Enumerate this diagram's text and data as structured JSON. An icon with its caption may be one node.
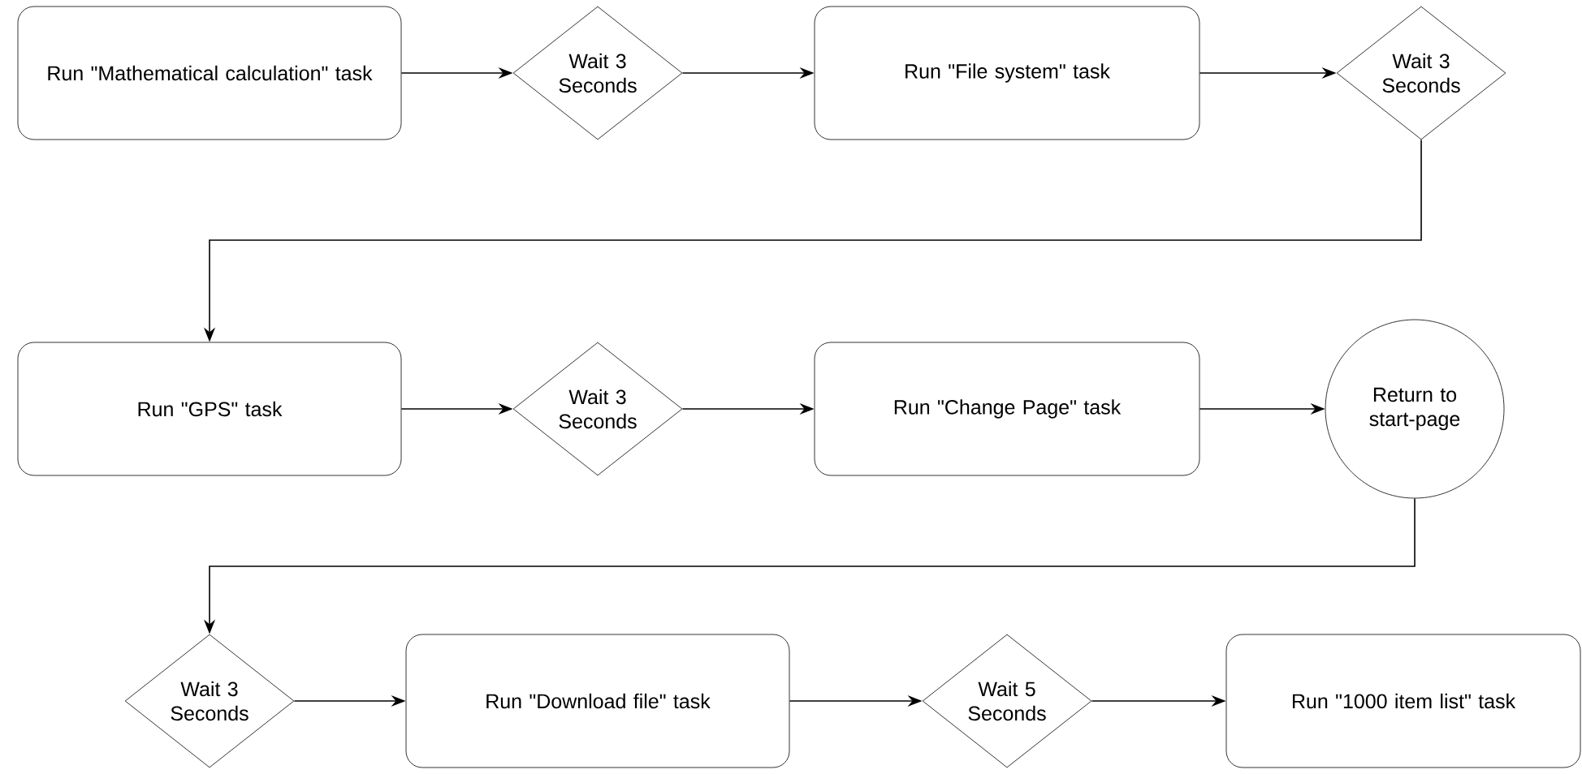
{
  "diagram": {
    "nodes": [
      {
        "text": [
          "Run \"Mathematical calculation\" task"
        ]
      },
      {
        "text": [
          "Wait 3 Seconds"
        ]
      },
      {
        "text": [
          "Run \"File system\" task"
        ]
      },
      {
        "text": [
          "Wait 3 Seconds"
        ]
      },
      {
        "text": [
          "Run \"GPS\" task"
        ]
      },
      {
        "text": [
          "Wait 3 Seconds"
        ]
      },
      {
        "text": [
          "Run \"Change Page\" task"
        ]
      },
      {
        "text": [
          "Return to start-page"
        ]
      },
      {
        "text": [
          "Wait 3 Seconds"
        ]
      },
      {
        "text": [
          "Run \"Download file\" task"
        ]
      },
      {
        "text": [
          "Wait 5 Seconds"
        ]
      },
      {
        "text": [
          "Run \"1000 item list\" task"
        ]
      }
    ],
    "edges": [
      {
        "from": 0,
        "to": 1,
        "arrow": "to"
      },
      {
        "from": 1,
        "to": 2,
        "arrow": "to"
      },
      {
        "from": 2,
        "to": 3,
        "arrow": "to"
      },
      {
        "from": 3,
        "to": 4,
        "arrow": "to"
      },
      {
        "from": 4,
        "to": 5,
        "arrow": "to"
      },
      {
        "from": 5,
        "to": 6,
        "arrow": "to"
      },
      {
        "from": 6,
        "to": 7,
        "arrow": "to"
      },
      {
        "from": 7,
        "to": 8,
        "arrow": "to"
      },
      {
        "from": 8,
        "to": 9,
        "arrow": "to"
      },
      {
        "from": 9,
        "to": 10,
        "arrow": "to"
      },
      {
        "from": 10,
        "to": 11,
        "arrow": "to"
      }
    ]
  }
}
